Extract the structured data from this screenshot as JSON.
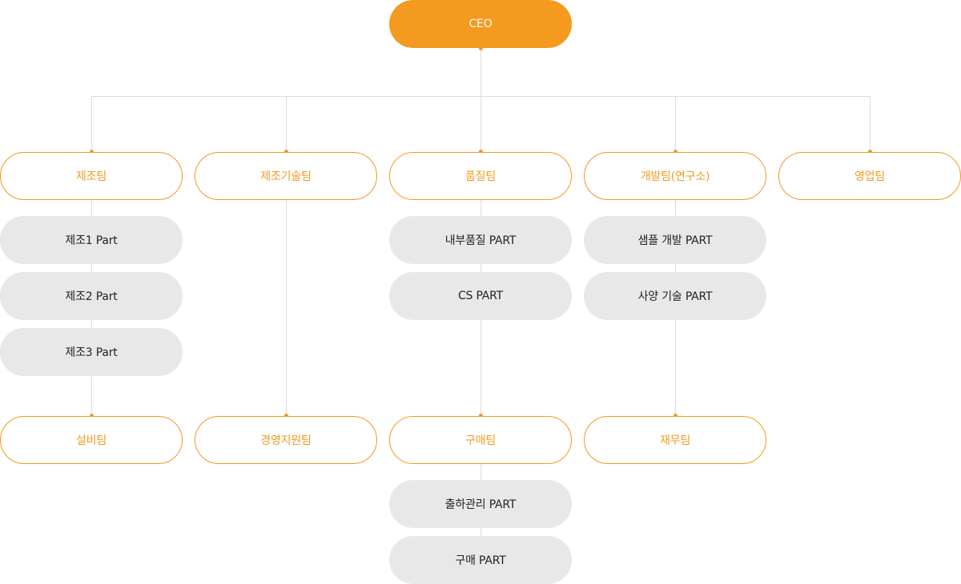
{
  "ceo": "CEO",
  "teams": {
    "manufacturing": "제조팀",
    "mfg_tech": "제조기술팀",
    "quality": "품질팀",
    "development": "개발팀(연구소)",
    "sales": "영업팀",
    "facilities": "설비팀",
    "management_support": "경영지원팀",
    "purchasing": "구매팀",
    "finance": "재무팀"
  },
  "parts": {
    "mfg1": "제조1 Part",
    "mfg2": "제조2 Part",
    "mfg3": "제조3 Part",
    "internal_quality": "내부품질 PART",
    "cs": "CS PART",
    "sample_dev": "샘플 개발 PART",
    "spec_tech": "사양 기술 PART",
    "shipping": "출하관리 PART",
    "purchase": "구매 PART"
  },
  "colors": {
    "accent": "#f39a1f",
    "part_bg": "#e8e8e8",
    "line": "#dcdcdc",
    "part_text": "#222222"
  }
}
